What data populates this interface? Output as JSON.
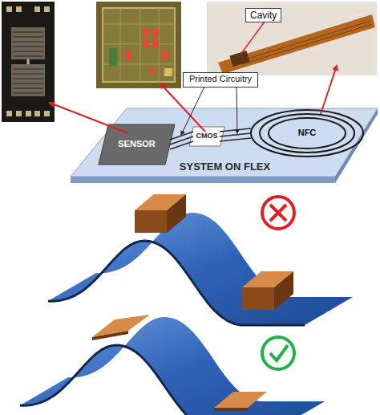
{
  "diagram": {
    "nodes": [
      {
        "text": [
          "Printed Circuitry"
        ]
      },
      {
        "text": [
          "SYSTEM ON FLEX"
        ]
      },
      {
        "text": [
          "SENSOR"
        ],
        "in": 1
      },
      {
        "text": [
          "CMOS"
        ],
        "in": 1
      },
      {
        "text": [
          "NFC"
        ],
        "in": 1
      }
    ],
    "edges": [
      {
        "from": 2,
        "to": 3,
        "arrow": "none"
      },
      {
        "from": 3,
        "to": 4,
        "arrow": "none"
      }
    ],
    "labels": [
      "Cavity"
    ]
  }
}
